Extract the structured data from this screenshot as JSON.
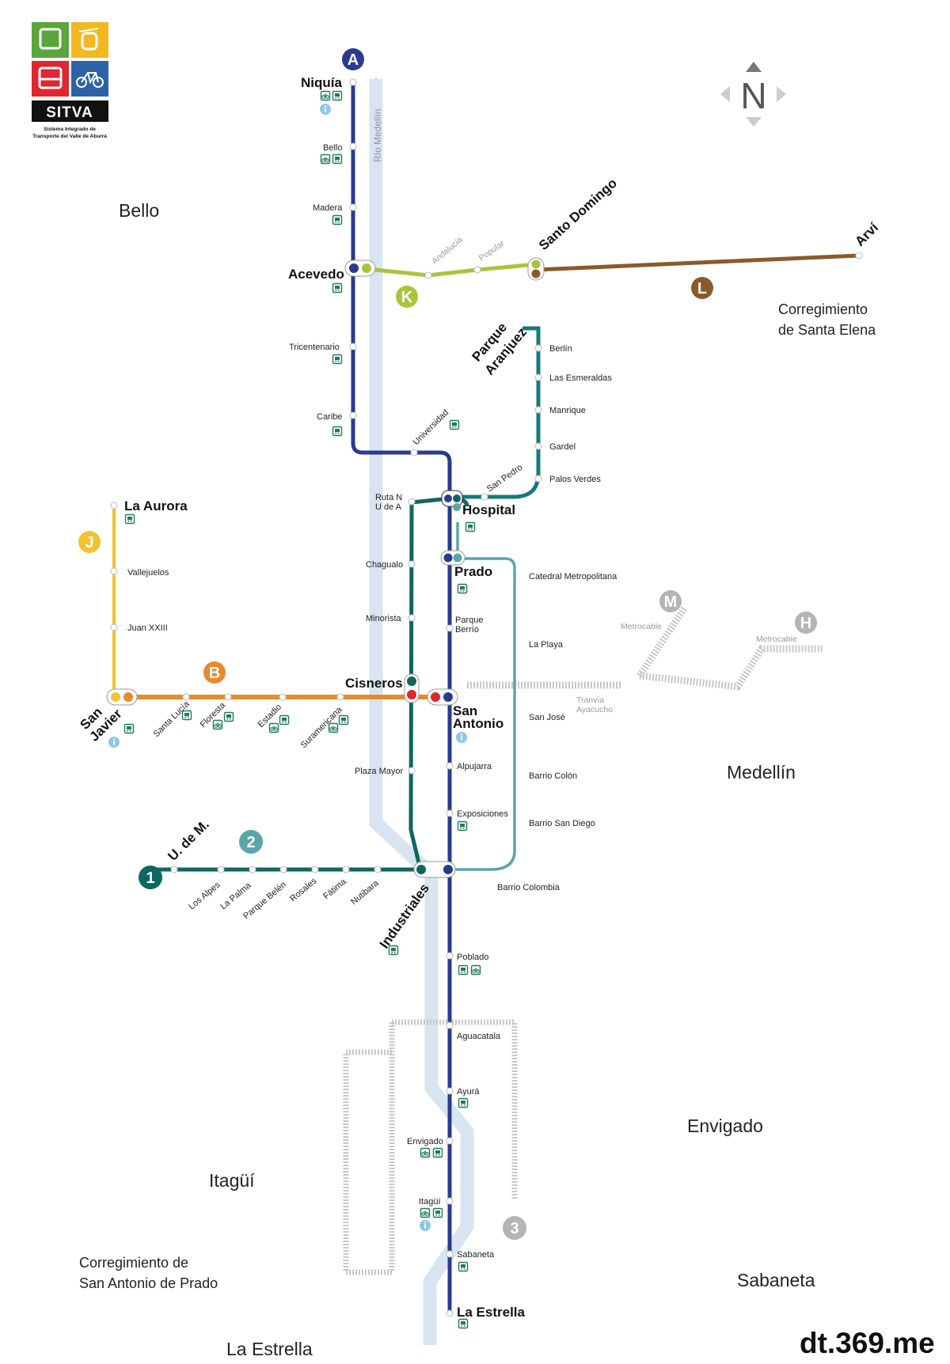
{
  "logo": {
    "title": "SITVA",
    "subtitle_line1": "Sistema Integrado de",
    "subtitle_line2": "Transporte del Valle de Aburrá",
    "icons": [
      "metro-icon",
      "cable-car-icon",
      "bus-icon",
      "bicycle-icon"
    ],
    "colors": [
      "#5aa53c",
      "#f2b824",
      "#e0262e",
      "#2d62a8"
    ]
  },
  "north_label": "N",
  "watermark": "dt.369.me",
  "river_label": "Río Medellín",
  "districts": {
    "bello": "Bello",
    "santa_elena_1": "Corregimiento",
    "santa_elena_2": "de Santa Elena",
    "medellin": "Medellín",
    "envigado": "Envigado",
    "itagui": "Itagüí",
    "sanantonio_1": "Corregimiento de",
    "sanantonio_2": "San Antonio de Prado",
    "sabaneta": "Sabaneta",
    "laestrella": "La Estrella"
  },
  "lines": {
    "A": {
      "label": "A",
      "color": "#2a3a8e"
    },
    "B": {
      "label": "B",
      "color": "#e8892e"
    },
    "J": {
      "label": "J",
      "color": "#f2c230"
    },
    "K": {
      "label": "K",
      "color": "#a8c43a"
    },
    "L": {
      "label": "L",
      "color": "#8a5a28"
    },
    "T": {
      "label": "Tranvía Ayacucho",
      "color": "#5aa5a8"
    },
    "1": {
      "label": "1",
      "color": "#0f6660"
    },
    "2": {
      "label": "2",
      "color": "#5aa5a8"
    },
    "3": {
      "label": "3",
      "color": "#b4b4b4"
    },
    "M": {
      "label": "M",
      "name": "Metrocable",
      "color": "#b4b4b4"
    },
    "H": {
      "label": "H",
      "name": "Metrocable",
      "color": "#b4b4b4"
    }
  },
  "stations": {
    "niquia": "Niquía",
    "bello": "Bello",
    "madera": "Madera",
    "acevedo": "Acevedo",
    "tricentenario": "Tricentenario",
    "caribe": "Caribe",
    "universidad": "Universidad",
    "hospital": "Hospital",
    "prado": "Prado",
    "parque_berrio_1": "Parque",
    "parque_berrio_2": "Berrío",
    "san_antonio_1": "San",
    "san_antonio_2": "Antonio",
    "alpujarra": "Alpujarra",
    "exposiciones": "Exposiciones",
    "industriales": "Industriales",
    "poblado": "Poblado",
    "aguacatala": "Aguacatala",
    "ayura": "Ayurá",
    "envigado": "Envigado",
    "itagui": "Itagüí",
    "sabaneta": "Sabaneta",
    "la_estrella": "La Estrella",
    "andalucia": "Andalucía",
    "popular": "Popular",
    "santo_domingo": "Santo Domingo",
    "arvi": "Arví",
    "parque_aranjuez_1": "Parque",
    "parque_aranjuez_2": "Aranjuez",
    "berlin": "Berlín",
    "las_esmeraldas": "Las Esmeraldas",
    "manrique": "Manrique",
    "gardel": "Gardel",
    "palos_verdes": "Palos Verdes",
    "san_pedro": "San Pedro",
    "ruta_n_1": "Ruta N",
    "ruta_n_2": "U de A",
    "chagualo": "Chagualo",
    "minorista": "Minorista",
    "cisneros": "Cisneros",
    "plaza_mayor": "Plaza Mayor",
    "u_de_m": "U. de M.",
    "los_alpes": "Los Alpes",
    "la_palma": "La Palma",
    "parque_belen": "Parque Belén",
    "rosales": "Rosales",
    "fatima": "Fátima",
    "nutibara": "Nutibara",
    "la_aurora": "La Aurora",
    "vallejuelos": "Vallejuelos",
    "juan_xxiii": "Juan XXIII",
    "san_javier_1": "San",
    "san_javier_2": "Javier",
    "santa_lucia": "Santa Lucía",
    "floresta": "Floresta",
    "estadio": "Estadio",
    "suramericana": "Suramericana",
    "catedral": "Catedral Metropolitana",
    "la_playa": "La Playa",
    "san_jose": "San José",
    "barrio_colon": "Barrio Colón",
    "barrio_san_diego": "Barrio San Diego",
    "barrio_colombia": "Barrio Colombia",
    "tranvia_1": "Tranvía",
    "tranvia_2": "Ayacucho",
    "metrocable_m": "Metrocable",
    "metrocable_h": "Metrocable"
  }
}
